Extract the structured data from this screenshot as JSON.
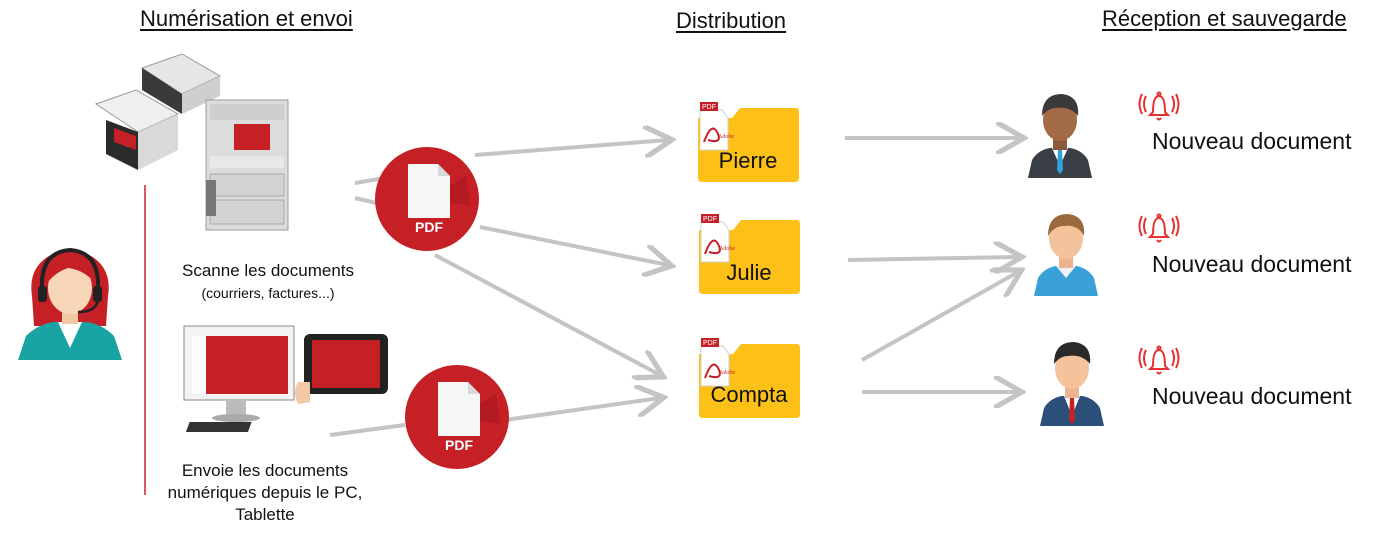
{
  "sections": {
    "scan": "Numérisation et envoi",
    "distribution": "Distribution",
    "reception": "Réception et sauvegarde"
  },
  "captions": {
    "scan_line1": "Scanne les documents",
    "scan_line2": "(courriers, factures...)",
    "send_line1": "Envoie les documents",
    "send_line2": "numériques depuis le PC,",
    "send_line3": "Tablette"
  },
  "pdf_label": "PDF",
  "adobe_label": "Adobe",
  "folders": [
    {
      "label": "Pierre"
    },
    {
      "label": "Julie"
    },
    {
      "label": "Compta"
    }
  ],
  "recipients": [
    {
      "notification": "Nouveau document"
    },
    {
      "notification": "Nouveau document"
    },
    {
      "notification": "Nouveau document"
    }
  ],
  "colors": {
    "accent_red": "#c62027",
    "folder_yellow": "#fcc017",
    "arrow_grey": "#c4c4c4"
  }
}
